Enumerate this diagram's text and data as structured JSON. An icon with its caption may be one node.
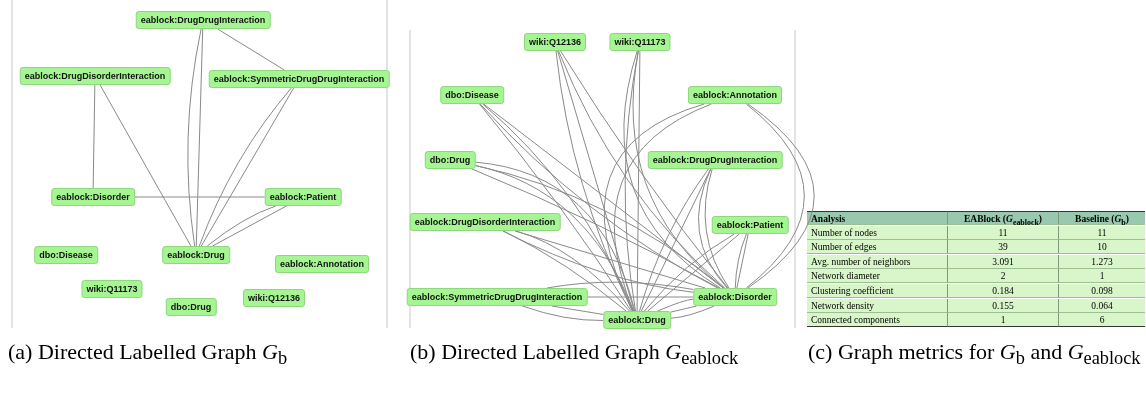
{
  "diagram": {
    "nodes": [
      {
        "text": [
          "eablock:DrugDrugInteraction"
        ]
      },
      {
        "text": [
          "eablock:DrugDisorderInteraction"
        ]
      },
      {
        "text": [
          "eablock:SymmetricDrugDrugInteraction"
        ]
      },
      {
        "text": [
          "eablock:Disorder"
        ]
      },
      {
        "text": [
          "eablock:Patient"
        ]
      },
      {
        "text": [
          "dbo:Disease"
        ]
      },
      {
        "text": [
          "eablock:Drug"
        ]
      },
      {
        "text": [
          "eablock:Annotation"
        ]
      },
      {
        "text": [
          "wiki:Q11173"
        ]
      },
      {
        "text": [
          "wiki:Q12136"
        ]
      },
      {
        "text": [
          "dbo:Drug"
        ]
      },
      {
        "text": [
          "wiki:Q12136"
        ]
      },
      {
        "text": [
          "wiki:Q11173"
        ]
      },
      {
        "text": [
          "dbo:Disease"
        ]
      },
      {
        "text": [
          "eablock:Annotation"
        ]
      },
      {
        "text": [
          "dbo:Drug"
        ]
      },
      {
        "text": [
          "eablock:DrugDrugInteraction"
        ]
      },
      {
        "text": [
          "eablock:DrugDisorderInteraction"
        ]
      },
      {
        "text": [
          "eablock:Patient"
        ]
      },
      {
        "text": [
          "eablock:SymmetricDrugDrugInteraction"
        ]
      },
      {
        "text": [
          "eablock:Disorder"
        ]
      },
      {
        "text": [
          "eablock:Drug"
        ]
      }
    ],
    "edges": [
      {
        "from": 0,
        "to": 6,
        "arrow": "none"
      },
      {
        "from": 0,
        "to": 6,
        "arrow": "none"
      },
      {
        "from": 0,
        "to": 2,
        "arrow": "none"
      },
      {
        "from": 1,
        "to": 3,
        "arrow": "none"
      },
      {
        "from": 1,
        "to": 6,
        "arrow": "none"
      },
      {
        "from": 2,
        "to": 6,
        "arrow": "none"
      },
      {
        "from": 2,
        "to": 6,
        "arrow": "none"
      },
      {
        "from": 3,
        "to": 4,
        "arrow": "none"
      },
      {
        "from": 4,
        "to": 6,
        "arrow": "none"
      },
      {
        "from": 4,
        "to": 6,
        "arrow": "none"
      },
      {
        "from": 11,
        "to": 21,
        "arrow": "none"
      },
      {
        "from": 11,
        "to": 21,
        "arrow": "none"
      },
      {
        "from": 11,
        "to": 20,
        "arrow": "none"
      },
      {
        "from": 11,
        "to": 20,
        "arrow": "none"
      },
      {
        "from": 12,
        "to": 21,
        "arrow": "none"
      },
      {
        "from": 12,
        "to": 21,
        "arrow": "none"
      },
      {
        "from": 12,
        "to": 20,
        "arrow": "none"
      },
      {
        "from": 12,
        "to": 20,
        "arrow": "none"
      },
      {
        "from": 13,
        "to": 21,
        "arrow": "none"
      },
      {
        "from": 13,
        "to": 21,
        "arrow": "none"
      },
      {
        "from": 13,
        "to": 20,
        "arrow": "none"
      },
      {
        "from": 13,
        "to": 20,
        "arrow": "none"
      },
      {
        "from": 14,
        "to": 21,
        "arrow": "none"
      },
      {
        "from": 14,
        "to": 21,
        "arrow": "none"
      },
      {
        "from": 14,
        "to": 20,
        "arrow": "none"
      },
      {
        "from": 14,
        "to": 20,
        "arrow": "none"
      },
      {
        "from": 15,
        "to": 21,
        "arrow": "none"
      },
      {
        "from": 15,
        "to": 21,
        "arrow": "none"
      },
      {
        "from": 15,
        "to": 20,
        "arrow": "none"
      },
      {
        "from": 15,
        "to": 20,
        "arrow": "none"
      },
      {
        "from": 16,
        "to": 21,
        "arrow": "none"
      },
      {
        "from": 16,
        "to": 21,
        "arrow": "none"
      },
      {
        "from": 16,
        "to": 20,
        "arrow": "none"
      },
      {
        "from": 16,
        "to": 20,
        "arrow": "none"
      },
      {
        "from": 17,
        "to": 21,
        "arrow": "none"
      },
      {
        "from": 17,
        "to": 21,
        "arrow": "none"
      },
      {
        "from": 17,
        "to": 20,
        "arrow": "none"
      },
      {
        "from": 17,
        "to": 20,
        "arrow": "none"
      },
      {
        "from": 18,
        "to": 21,
        "arrow": "none"
      },
      {
        "from": 18,
        "to": 21,
        "arrow": "none"
      },
      {
        "from": 18,
        "to": 20,
        "arrow": "none"
      },
      {
        "from": 18,
        "to": 20,
        "arrow": "none"
      },
      {
        "from": 19,
        "to": 21,
        "arrow": "none"
      },
      {
        "from": 19,
        "to": 21,
        "arrow": "none"
      },
      {
        "from": 19,
        "to": 20,
        "arrow": "none"
      },
      {
        "from": 19,
        "to": 20,
        "arrow": "none"
      },
      {
        "from": 20,
        "to": 21,
        "arrow": "none"
      },
      {
        "from": 20,
        "to": 21,
        "arrow": "none"
      },
      {
        "from": 20,
        "to": 21,
        "arrow": "none"
      }
    ],
    "labels": [
      "Analysis",
      "**EABlock** (*G*$_{eablock}$)",
      "**Baseline** (*G*$_{b}$)",
      "Number of nodes",
      "11",
      "11",
      "Number of edges",
      "39",
      "10",
      "Avg. number of neighbors",
      "3.091",
      "1.273",
      "Network diameter",
      "2",
      "1",
      "Clustering coefficient",
      "0.184",
      "0.098",
      "Network density",
      "0.155",
      "0.064",
      "Connected components",
      "1",
      "6",
      "(a) Directed Labelled Graph *G*$_{b}$",
      "(b) Directed Labelled Graph *G*$_{eablock}$",
      "(c) Graph metrics for *G*$_{b}$ and *G*$_{eablock}$"
    ]
  }
}
